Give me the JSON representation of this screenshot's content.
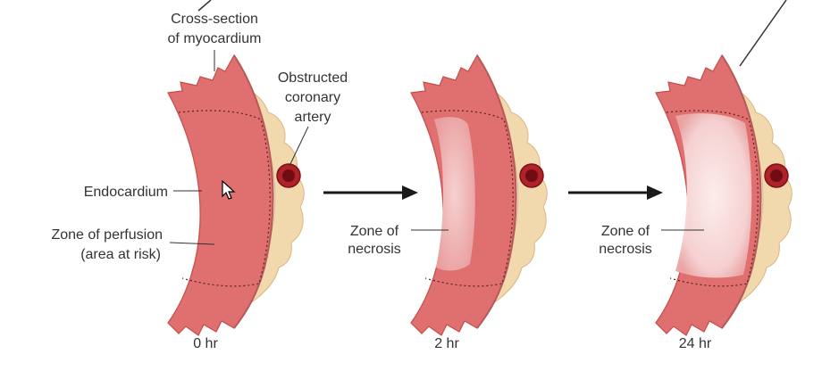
{
  "labels": {
    "cross_section_line1": "Cross-section",
    "cross_section_line2": "of myocardium",
    "obstructed_line1": "Obstructed",
    "obstructed_line2": "coronary",
    "obstructed_line3": "artery",
    "endocardium": "Endocardium",
    "perfusion_line1": "Zone of perfusion",
    "perfusion_line2": "(area at risk)",
    "necrosis_line1": "Zone of",
    "necrosis_line2": "necrosis"
  },
  "panels": [
    {
      "time": "0 hr"
    },
    {
      "time": "2 hr"
    },
    {
      "time": "24 hr"
    }
  ],
  "colors": {
    "myocardium": "#e06f6f",
    "myocardium_edge": "#c84c4c",
    "epicardial_fat": "#f2d8ad",
    "artery_outer": "#b0212a",
    "artery_lumen": "#6e0e14",
    "necrosis": "#f4c3c3",
    "necrosis_core": "#fbe7e7",
    "arrow": "#1a1a1a"
  }
}
